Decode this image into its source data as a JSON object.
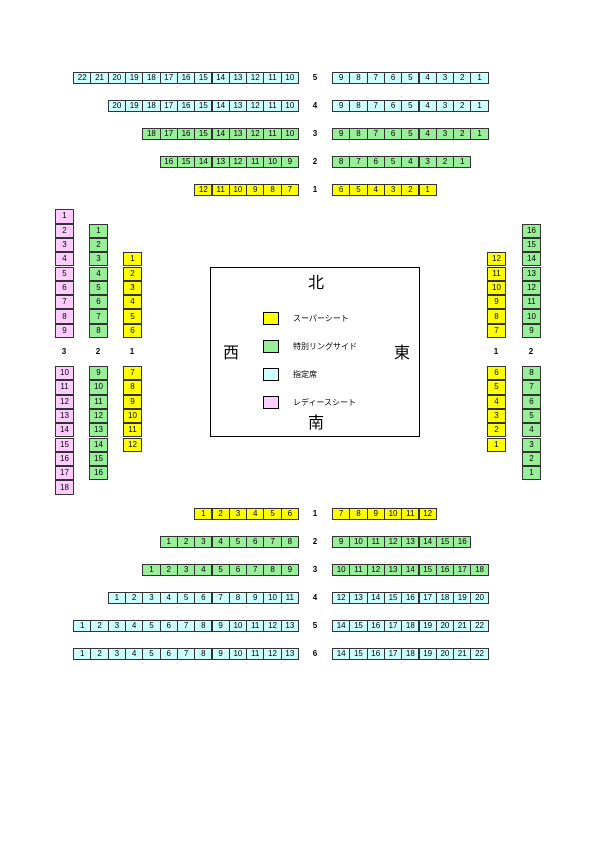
{
  "compass": {
    "north": "北",
    "south": "南",
    "west": "西",
    "east": "東"
  },
  "colors": {
    "super": "#ffff00",
    "ringside": "#99ee99",
    "reserved": "#ccffff",
    "ladies": "#ffccff"
  },
  "legend": [
    {
      "type": "super",
      "label": "スーパーシート"
    },
    {
      "type": "ringside",
      "label": "特別リングサイド"
    },
    {
      "type": "reserved",
      "label": "指定席"
    },
    {
      "type": "ladies",
      "label": "レディースシート"
    }
  ],
  "north_rows": [
    {
      "row": "5",
      "type": "reserved",
      "left": [
        "22",
        "21",
        "20",
        "19",
        "18",
        "17",
        "16",
        "15",
        "14",
        "13",
        "12",
        "11",
        "10"
      ],
      "right": [
        "9",
        "8",
        "7",
        "6",
        "5",
        "4",
        "3",
        "2",
        "1"
      ]
    },
    {
      "row": "4",
      "type": "reserved",
      "left": [
        "20",
        "19",
        "18",
        "17",
        "16",
        "15",
        "14",
        "13",
        "12",
        "11",
        "10"
      ],
      "right": [
        "9",
        "8",
        "7",
        "6",
        "5",
        "4",
        "3",
        "2",
        "1"
      ]
    },
    {
      "row": "3",
      "type": "ringside",
      "left": [
        "18",
        "17",
        "16",
        "15",
        "14",
        "13",
        "12",
        "11",
        "10"
      ],
      "right": [
        "9",
        "8",
        "7",
        "6",
        "5",
        "4",
        "3",
        "2",
        "1"
      ]
    },
    {
      "row": "2",
      "type": "ringside",
      "left": [
        "16",
        "15",
        "14",
        "13",
        "12",
        "11",
        "10",
        "9"
      ],
      "right": [
        "8",
        "7",
        "6",
        "5",
        "4",
        "3",
        "2",
        "1"
      ]
    },
    {
      "row": "1",
      "type": "super",
      "left": [
        "12",
        "11",
        "10",
        "9",
        "8",
        "7"
      ],
      "right": [
        "6",
        "5",
        "4",
        "3",
        "2",
        "1"
      ]
    }
  ],
  "south_rows": [
    {
      "row": "1",
      "type": "super",
      "left": [
        "1",
        "2",
        "3",
        "4",
        "5",
        "6"
      ],
      "right": [
        "7",
        "8",
        "9",
        "10",
        "11",
        "12"
      ]
    },
    {
      "row": "2",
      "type": "ringside",
      "left": [
        "1",
        "2",
        "3",
        "4",
        "5",
        "6",
        "7",
        "8"
      ],
      "right": [
        "9",
        "10",
        "11",
        "12",
        "13",
        "14",
        "15",
        "16"
      ]
    },
    {
      "row": "3",
      "type": "ringside",
      "left": [
        "1",
        "2",
        "3",
        "4",
        "5",
        "6",
        "7",
        "8",
        "9"
      ],
      "right": [
        "10",
        "11",
        "12",
        "13",
        "14",
        "15",
        "16",
        "17",
        "18"
      ]
    },
    {
      "row": "4",
      "type": "reserved",
      "left": [
        "1",
        "2",
        "3",
        "4",
        "5",
        "6",
        "7",
        "8",
        "9",
        "10",
        "11"
      ],
      "right": [
        "12",
        "13",
        "14",
        "15",
        "16",
        "17",
        "18",
        "19",
        "20"
      ]
    },
    {
      "row": "5",
      "type": "reserved",
      "left": [
        "1",
        "2",
        "3",
        "4",
        "5",
        "6",
        "7",
        "8",
        "9",
        "10",
        "11",
        "12",
        "13"
      ],
      "right": [
        "14",
        "15",
        "16",
        "17",
        "18",
        "19",
        "20",
        "21",
        "22"
      ]
    },
    {
      "row": "6",
      "type": "reserved",
      "left": [
        "1",
        "2",
        "3",
        "4",
        "5",
        "6",
        "7",
        "8",
        "9",
        "10",
        "11",
        "12",
        "13"
      ],
      "right": [
        "14",
        "15",
        "16",
        "17",
        "18",
        "19",
        "20",
        "21",
        "22"
      ]
    }
  ],
  "west_cols": [
    {
      "row": "3",
      "type": "ladies",
      "top": [
        "1",
        "2",
        "3",
        "4",
        "5",
        "6",
        "7",
        "8",
        "9"
      ],
      "bottom": [
        "10",
        "11",
        "12",
        "13",
        "14",
        "15",
        "16",
        "17",
        "18"
      ]
    },
    {
      "row": "2",
      "type": "ringside",
      "top": [
        "1",
        "2",
        "3",
        "4",
        "5",
        "6",
        "7",
        "8"
      ],
      "bottom": [
        "9",
        "10",
        "11",
        "12",
        "13",
        "14",
        "15",
        "16"
      ]
    },
    {
      "row": "1",
      "type": "super",
      "top": [
        "1",
        "2",
        "3",
        "4",
        "5",
        "6"
      ],
      "bottom": [
        "7",
        "8",
        "9",
        "10",
        "11",
        "12"
      ]
    }
  ],
  "east_cols": [
    {
      "row": "1",
      "type": "super",
      "top": [
        "12",
        "11",
        "10",
        "9",
        "8",
        "7"
      ],
      "bottom": [
        "6",
        "5",
        "4",
        "3",
        "2",
        "1"
      ]
    },
    {
      "row": "2",
      "type": "ringside",
      "top": [
        "16",
        "15",
        "14",
        "13",
        "12",
        "11",
        "10",
        "9"
      ],
      "bottom": [
        "8",
        "7",
        "6",
        "5",
        "4",
        "3",
        "2",
        "1"
      ]
    }
  ]
}
